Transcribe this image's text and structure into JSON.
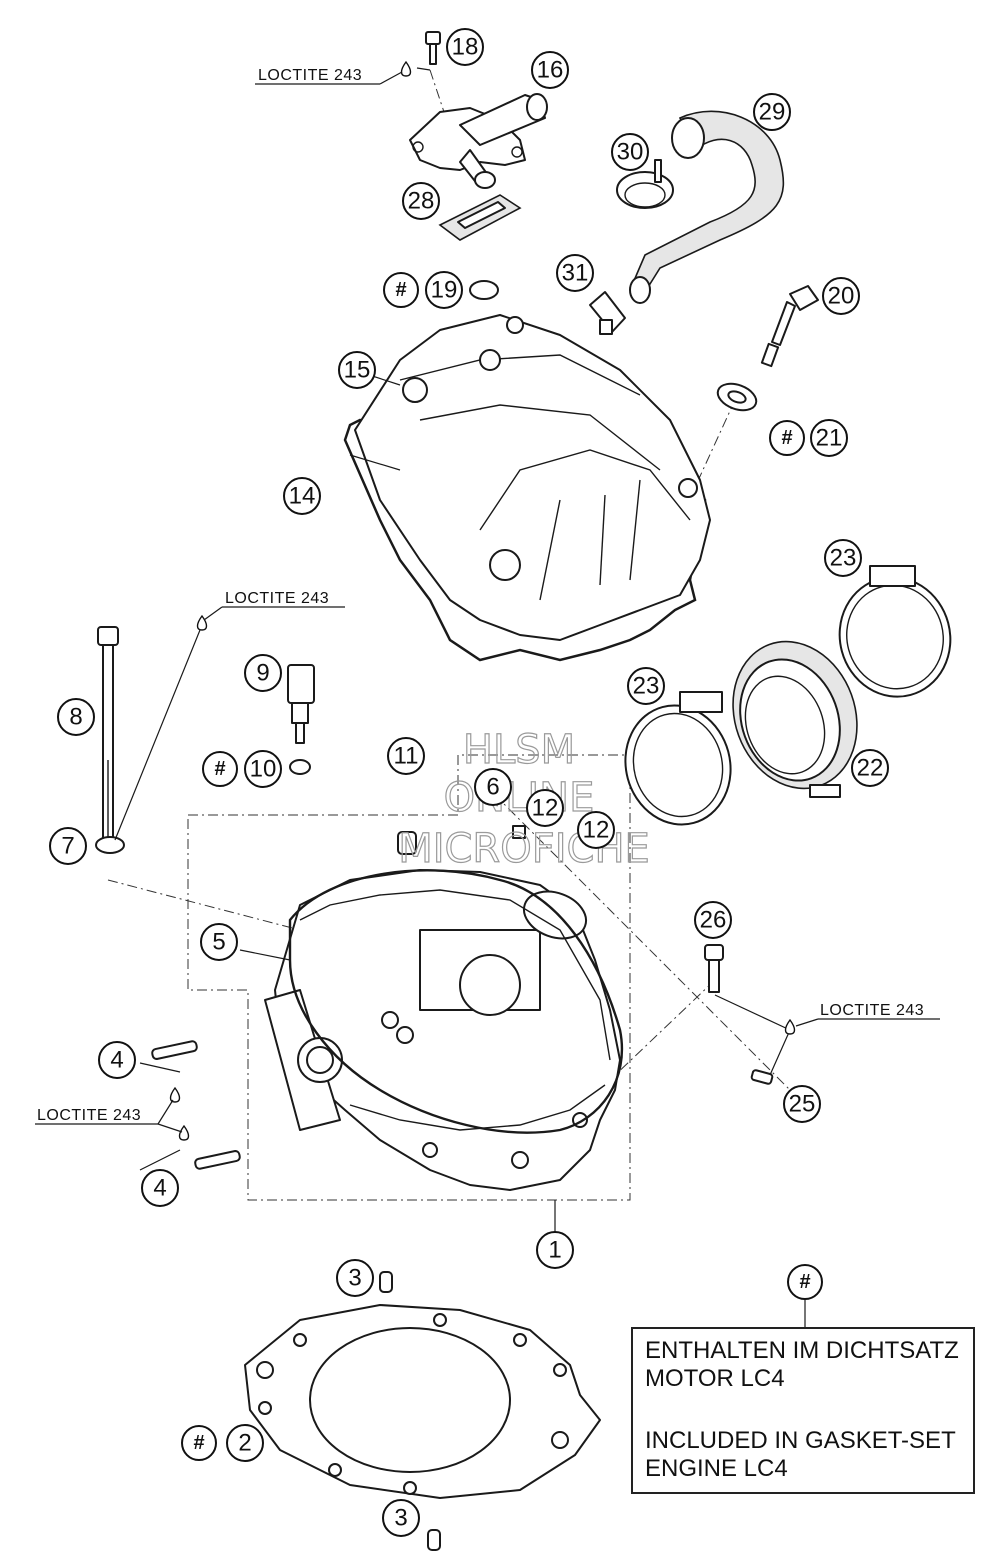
{
  "watermark": {
    "line1": "HLSM",
    "line2": "ONLINE",
    "line3": "MICROFICHE"
  },
  "loctite_label": "LOCTITE 243",
  "hash_symbol": "#",
  "callouts": {
    "c1": "1",
    "c2": "2",
    "c3a": "3",
    "c3b": "3",
    "c4a": "4",
    "c4b": "4",
    "c5": "5",
    "c6": "6",
    "c7": "7",
    "c8": "8",
    "c9": "9",
    "c10": "10",
    "c11": "11",
    "c12a": "12",
    "c12b": "12",
    "c14": "14",
    "c15": "15",
    "c16": "16",
    "c18": "18",
    "c19": "19",
    "c20": "20",
    "c21": "21",
    "c22": "22",
    "c23a": "23",
    "c23b": "23",
    "c25": "25",
    "c26": "26",
    "c28": "28",
    "c29": "29",
    "c30": "30",
    "c31": "31"
  },
  "legend": {
    "de_line1": "ENTHALTEN IM DICHTSATZ",
    "de_line2": "MOTOR LC4",
    "en_line1": "INCLUDED IN GASKET-SET",
    "en_line2": "ENGINE LC4"
  }
}
